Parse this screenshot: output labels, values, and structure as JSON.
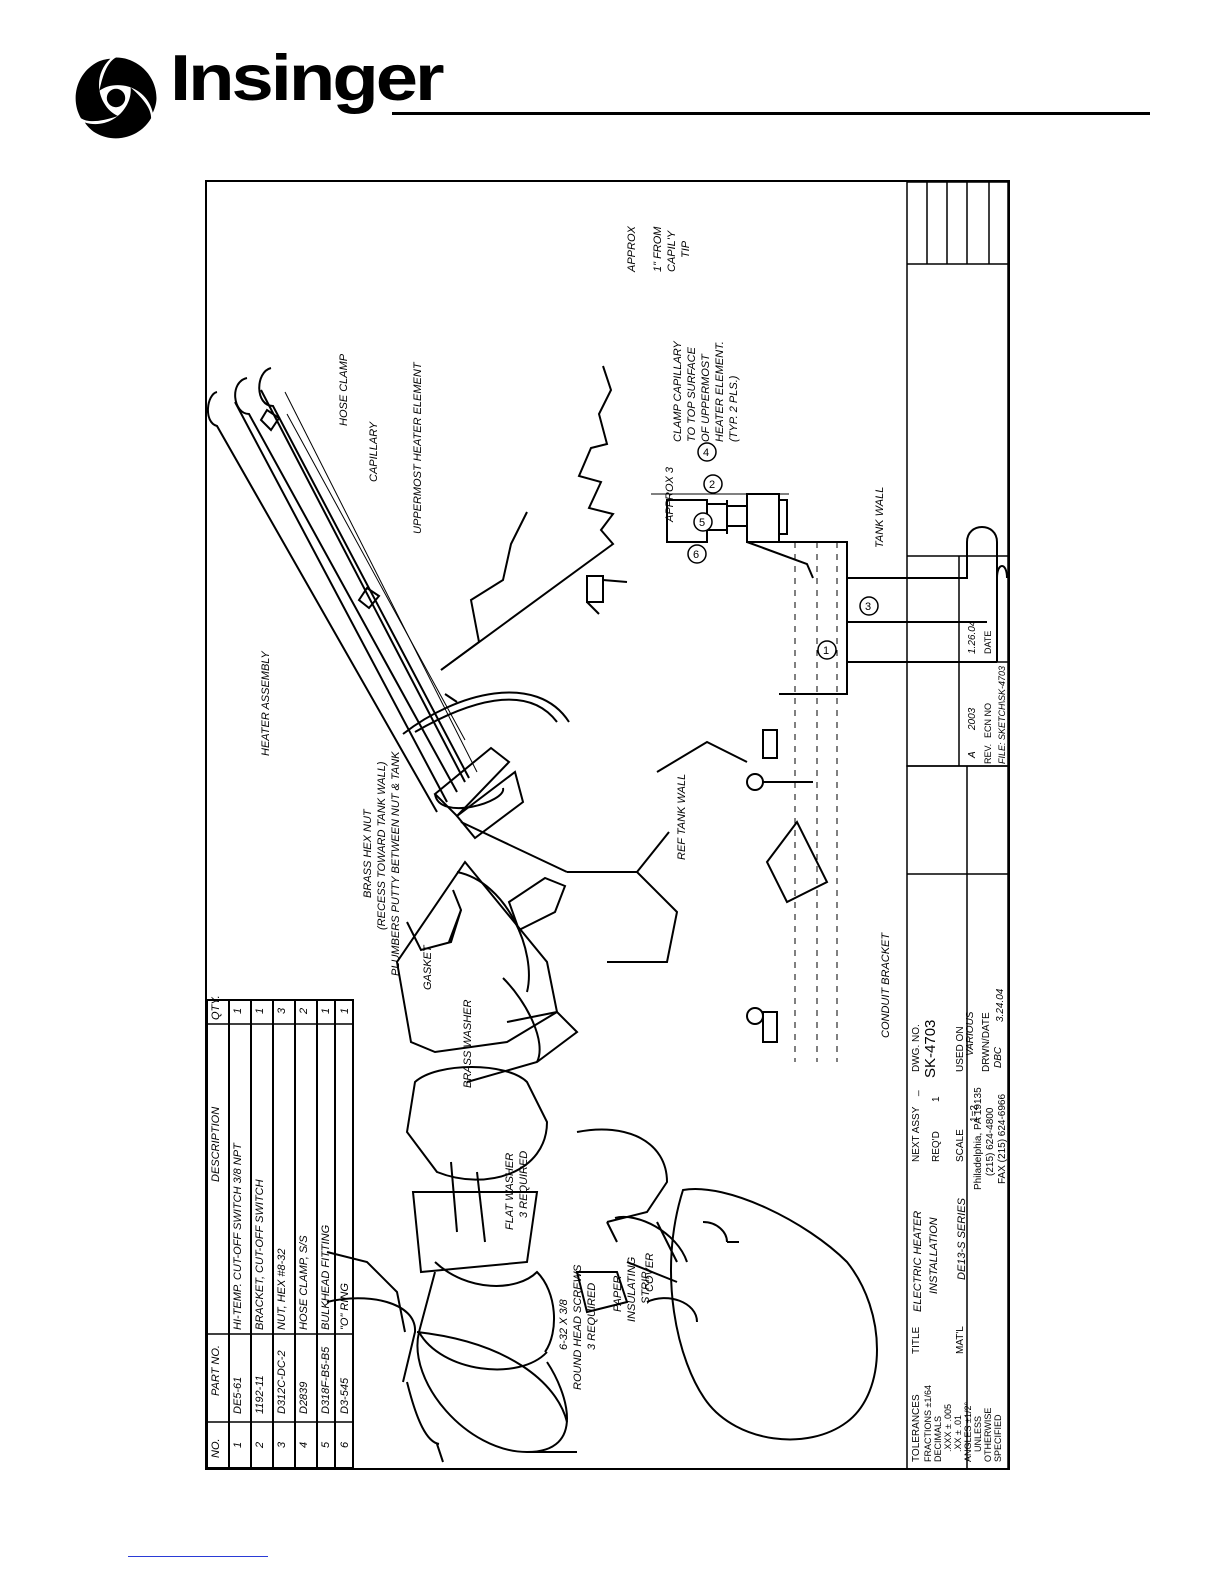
{
  "brand": {
    "name": "Insinger"
  },
  "parts_table": {
    "headers": {
      "no": "NO.",
      "part_no": "PART NO.",
      "description": "DESCRIPTION",
      "qty": "QTY."
    },
    "rows": [
      {
        "no": "1",
        "part_no": "DE5-61",
        "description": "HI-TEMP. CUT-OFF SWITCH   3/8 NPT",
        "qty": "1"
      },
      {
        "no": "2",
        "part_no": "1192-11",
        "description": "BRACKET, CUT-OFF SWITCH",
        "qty": "1"
      },
      {
        "no": "3",
        "part_no": "D312C-DC-2",
        "description": "NUT, HEX  #8-32",
        "qty": "3"
      },
      {
        "no": "4",
        "part_no": "D2839",
        "description": "HOSE CLAMP, S/S",
        "qty": "2"
      },
      {
        "no": "5",
        "part_no": "D318F-B5-B5",
        "description": "BULKHEAD FITTING",
        "qty": "1"
      },
      {
        "no": "6",
        "part_no": "D3-545",
        "description": "\"O\" RING",
        "qty": "1"
      }
    ]
  },
  "callouts": {
    "hose_clamp": "HOSE CLAMP",
    "capillary": "CAPILLARY",
    "uppermost_heater": "UPPERMOST HEATER ELEMENT",
    "heater_assembly": "HEATER ASSEMBLY",
    "brass_hex_nut_1": "BRASS HEX NUT",
    "brass_hex_nut_2": "(RECESS TOWARD TANK WALL)",
    "brass_hex_nut_3": "PLUMBERS PUTTY BETWEEN NUT & TANK",
    "gasket": "GASKET",
    "brass_washer": "BRASS WASHER",
    "ref_tank_wall": "REF TANK WALL",
    "conduit_bracket": "CONDUIT BRACKET",
    "flat_washer_1": "FLAT WASHER",
    "flat_washer_2": "3 REQUIRED",
    "screws_1": "6-32 X 3/8",
    "screws_2": "ROUND HEAD SCREWS",
    "screws_3": "3 REQUIRED",
    "paper_1": "PAPER",
    "paper_2": "INSULATING",
    "paper_3": "STRIP",
    "cover": "COVER",
    "clamp_note_1": "CLAMP CAPILLARY",
    "clamp_note_2": "TO TOP SURFACE",
    "clamp_note_3": "OF UPPERMOST",
    "clamp_note_4": "HEATER ELEMENT.",
    "clamp_note_5": "(TYP. 2 PLS.)",
    "approx_1": "APPROX",
    "approx_2": "1\" FROM",
    "approx_3": "CAPIL'Y",
    "approx_4": "TIP",
    "approx_3in": "APPROX 3",
    "tank_wall": "TANK WALL"
  },
  "balloons": [
    "1",
    "2",
    "3",
    "4",
    "5",
    "6"
  ],
  "title_block": {
    "title_label": "TITLE",
    "title_1": "ELECTRIC HEATER",
    "title_2": "INSTALLATION",
    "matl_label": "MAT'L",
    "series": "DE13-S SERIES",
    "next_assy": "NEXT ASSY",
    "next_assy_value": "_",
    "dwg_no_label": "DWG. NO.",
    "dwg_no": "SK-4703",
    "reqd_label": "REQ'D",
    "reqd_value": "1",
    "used_on_label": "USED ON",
    "used_on": "VARIOUS",
    "scale_label": "SCALE",
    "scale": "1=2",
    "drwn_label": "DRWN/DATE",
    "drwn_by": "DBC",
    "drwn_date": "3.24.04",
    "address": "Philadelphia, PA  19135",
    "phone": "(215) 624-4800",
    "fax": "FAX (215) 624-6966",
    "tolerances": "TOLERANCES",
    "tol_fractions": "FRACTIONS ±1/64",
    "tol_decimals": "DECIMALS",
    "tol_xxx": ".XXX  ±  .005",
    "tol_xx": ".XX  ±  .01",
    "tol_angles": "ANGLES ±1/2°",
    "tol_unless": "UNLESS",
    "tol_otherwise": "OTHERWISE",
    "tol_specified": "SPECIFIED",
    "rev_label": "REV.",
    "ecn_label": "ECN NO",
    "date_label": "DATE",
    "rev": "A",
    "ecn": "2003",
    "rev_date": "1.26.04",
    "file": "FILE: SKETCH\\SK-4703"
  }
}
